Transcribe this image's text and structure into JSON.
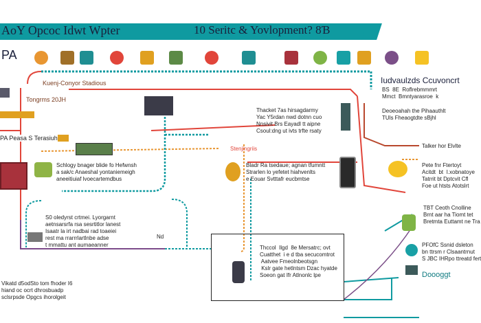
{
  "header": {
    "title_left": "AoY Opcoc Idwt Wpter",
    "title_right": "10   Seritc & Yovlopment? 8Ɓ"
  },
  "top_icons": [
    "chart-icon",
    "folder-icon",
    "photo-icon",
    "bag-icon",
    "gift-icon",
    "badge-icon",
    "lightbulb-icon",
    "globe-icon",
    "mail-icon",
    "puzzle-icon",
    "tool-icon",
    "coin-icon",
    "tag-icon",
    "star-icon"
  ],
  "labels": {
    "pa": "PA",
    "kuenj": "Kuenj-Conyor Stadious",
    "tongrms": "Tongrms 20JH",
    "peasa": "PA Peasa S Terasiuh",
    "schlogy": "Schlogy bnager blide fo Hefwnsh\na sak/c Anaeshal yontaniemeigh\naneeitiuiaf lvoecartemdbus",
    "thacket": "Thacket 7as hirsagdarmy\nYac Y5rdan nwd dotnn cuo\nNnsivit Brs Eayadl tt aipne\nCsoul:dng ut ivts trfte rsaty",
    "stenjin": "Stenjingriis",
    "blade": "Bladr Ra tsedaue; agnan tfumntt\nStrarlen lo yefetet hiahvenlts\ne Eouar Svtttafr eucbmtse",
    "s0_eloenment": "S0 oledyrst crtmei. Lyorgarnt\naetnsarsrfa rsa sesrtitlor lanest\nIsaatr la irt nadbai rad toaeiei\nrest ma rrarrrlartlnbe adse\nt mmattu ant aumaeanner",
    "nd": "Nd",
    "vikatd": "Vikatd d5odSto tom fhoder I6\nhiand oc ocrt dhrosbuadp\nsclsrpsde Opgcs ihorolgeit",
    "thcccol": "Thccol  Ilgd  8e Mersatrc; ovt\nCuatthet  i e d tba secucomtrot\n Aatvee Fmeolnbeotsgn\n Kslr gate hetlntsm Dzac hyatde\nSoeon gat Ifr Atlnonlc lpe",
    "right_head": "Iudvaulzds Ccuvoncrt",
    "right_sub": "BS  8E  Roflrebmmmrt\nMmct  Bmntyarasroe  k",
    "deoeoahah": "Deoeoahah the Pihaauthlt\nTUls Fheaogtdte sBjhl",
    "talker": "Talker hor Elvlte",
    "pete": "Pete fnr Ftertoyt\nAcitdt  bt  I.xobnatoye\nTatrrit bt Dptcvit Cfl\nFoe ut htsts Atotslrt",
    "tbt": "TBT Ceoth Cnolline\nBrnt aar ha Tiomt tet\nBretmta Euttamt ne Tra",
    "pfc": "PFOfC Ssnid dsleton\nbn ttrsm r Clsaantrnut\nS JBC IHRpo ttreatd fert",
    "doooggt": "Doooggt"
  }
}
